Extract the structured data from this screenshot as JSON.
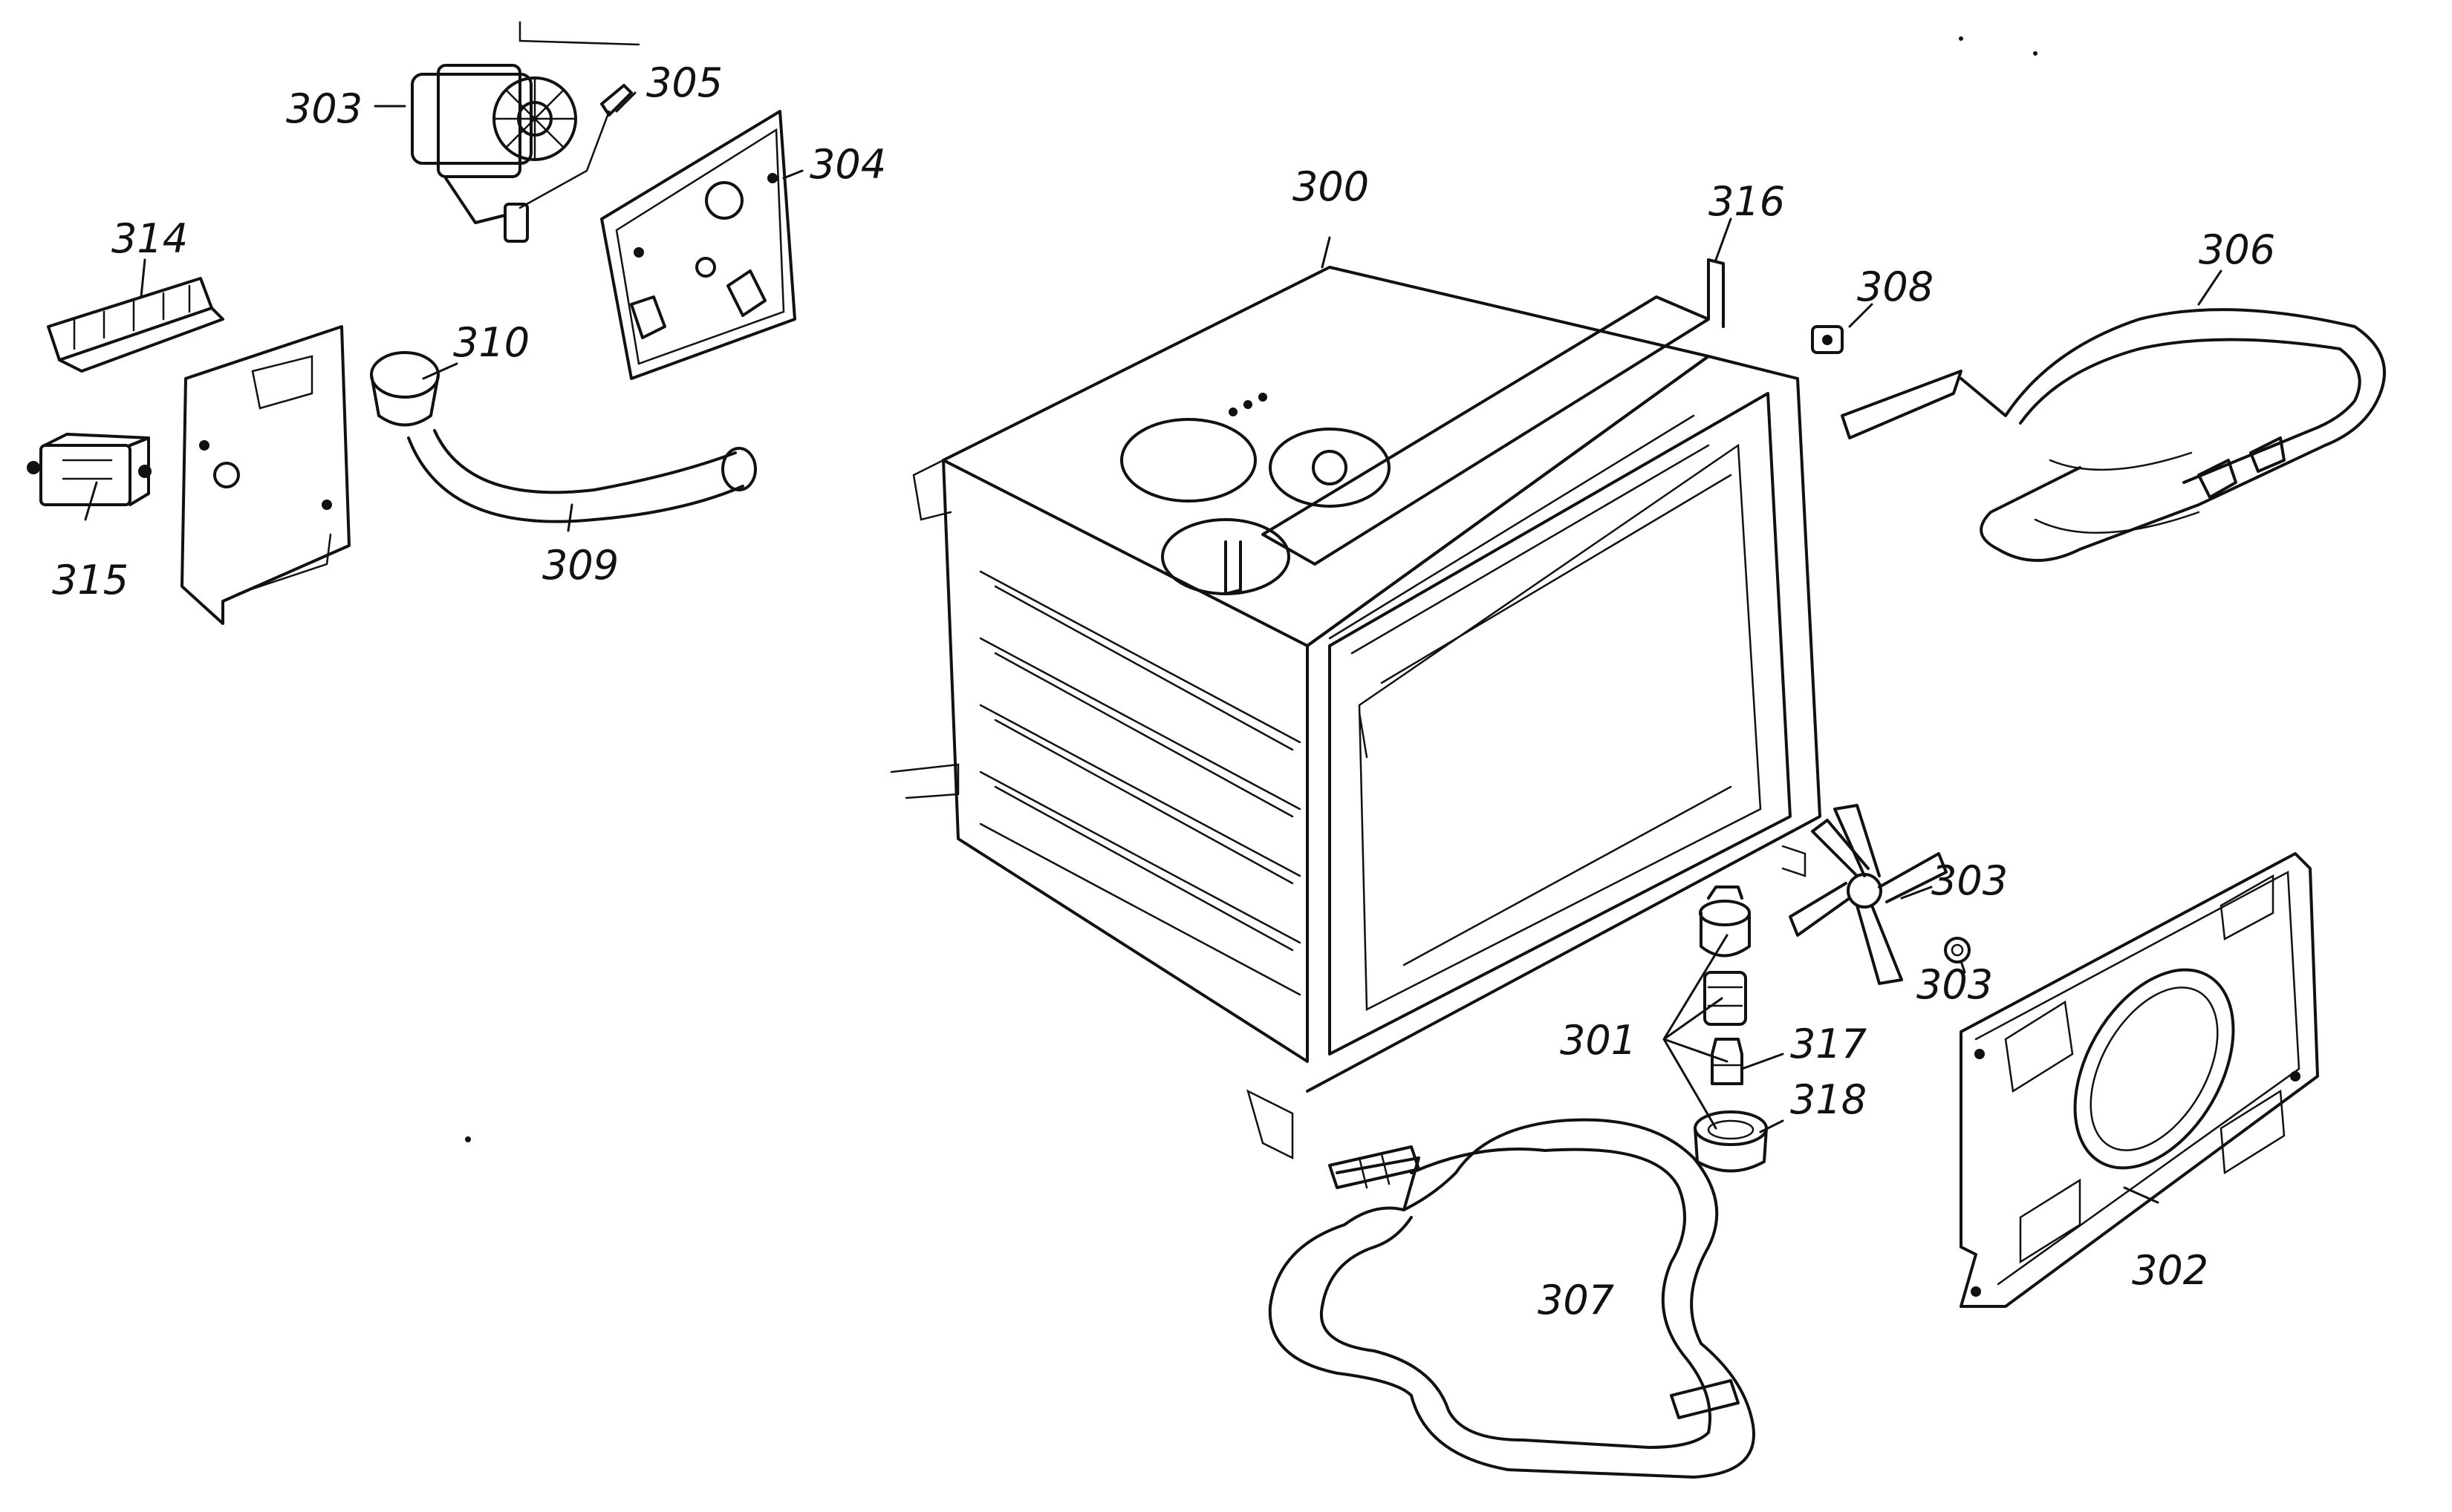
{
  "labels": {
    "p300": "300",
    "p301": "301",
    "p302": "302",
    "p303_fan_motor": "303",
    "p303_fan_blade": "303",
    "p303_nut": "303",
    "p304": "304",
    "p305": "305",
    "p306": "306",
    "p307": "307",
    "p308": "308",
    "p309": "309",
    "p310": "310",
    "p314": "314",
    "p315": "315",
    "p316": "316",
    "p317": "317",
    "p318": "318"
  }
}
